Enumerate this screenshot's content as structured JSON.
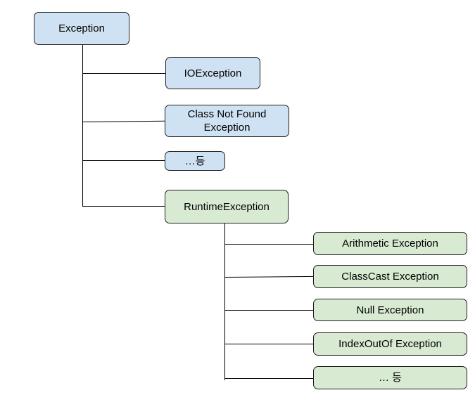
{
  "colors": {
    "checked_fill": "#cfe2f3",
    "runtime_fill": "#d9ead3",
    "stroke": "#1f1f1f"
  },
  "root": {
    "label": "Exception"
  },
  "checked": [
    {
      "label": "IOException"
    },
    {
      "label": "Class Not Found\nException"
    },
    {
      "label": "…등"
    }
  ],
  "runtime": {
    "label": "RuntimeException",
    "children": [
      {
        "label": "Arithmetic Exception"
      },
      {
        "label": "ClassCast Exception"
      },
      {
        "label": "Null Exception"
      },
      {
        "label": "IndexOutOf Exception"
      },
      {
        "label": "… 등"
      }
    ]
  }
}
